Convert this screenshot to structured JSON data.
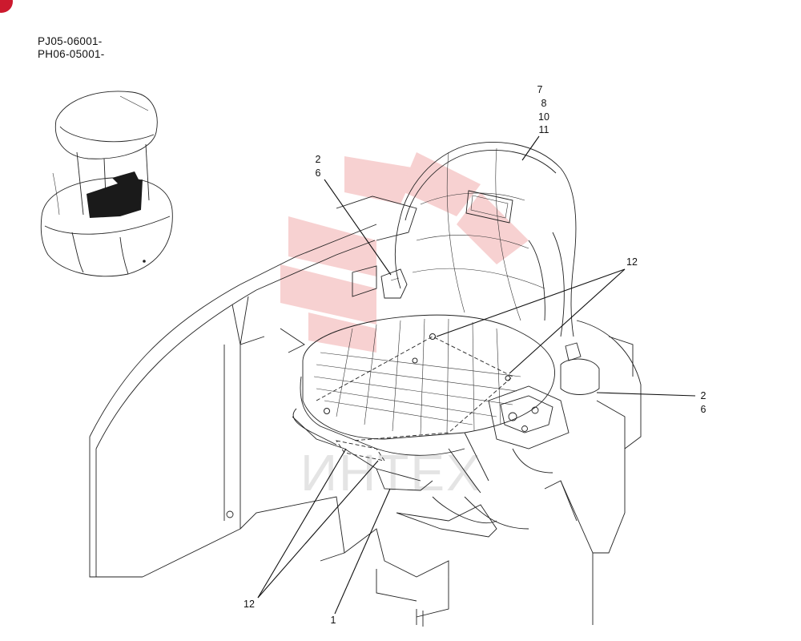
{
  "header": {
    "serial_line_1": "PJ05-06001-",
    "serial_line_2": "PH06-05001-"
  },
  "callouts": {
    "top_stack": [
      "7",
      "8",
      "10",
      "11"
    ],
    "left_upper_stack": [
      "2",
      "6"
    ],
    "right_stack": [
      "2",
      "6"
    ],
    "mid_right": "12",
    "bottom_left": "12",
    "bottom_center": "1"
  },
  "colors": {
    "badge": "#cc1a2e",
    "watermark": "#f6c9c9",
    "line": "#222222"
  },
  "watermark_text": "ИНТЕХ"
}
